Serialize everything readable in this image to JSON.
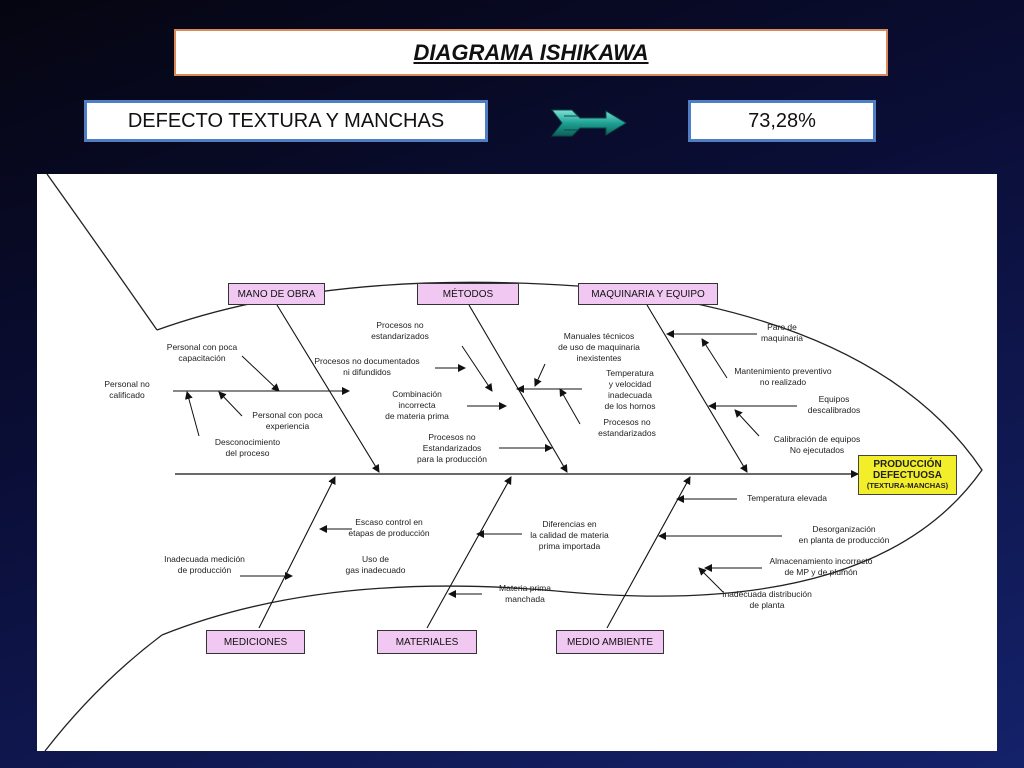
{
  "title": "DIAGRAMA ISHIKAWA",
  "defect_label": "DEFECTO TEXTURA Y MANCHAS",
  "percentage": "73,28%",
  "arrow_icon": "fletched-arrow-icon",
  "colors": {
    "category_fill": "#f1c8f2",
    "effect_fill": "#f3ee2a",
    "box_border": "#4f7ec4",
    "title_border": "#d9895a"
  },
  "effect": {
    "line1": "PRODUCCIÓN\nDEFECTUOSA",
    "line2": "(TEXTURA-MANCHAS)"
  },
  "categories": {
    "mano_de_obra": "MANO DE OBRA",
    "metodos": "MÉTODOS",
    "maquinaria": "MAQUINARIA Y EQUIPO",
    "mediciones": "MEDICIONES",
    "materiales": "MATERIALES",
    "medio_ambiente": "MEDIO AMBIENTE"
  },
  "causes": {
    "mano_de_obra": [
      "Personal con poca\ncapacitación",
      "Personal no\ncalificado",
      "Personal con poca\nexperiencia",
      "Desconocimiento\ndel proceso"
    ],
    "metodos": [
      "Procesos no\nestandarizados",
      "Procesos no documentados\nni difundidos",
      "Combinación\nincorrecta\nde materia prima",
      "Procesos no\nEstandarizados\npara la producción",
      "Manuales técnicos\nde uso de maquinaria\ninexistentes",
      "Temperatura\ny velocidad\ninadecuada\nde los hornos",
      "Procesos no\nestandarizados"
    ],
    "maquinaria": [
      "Paro de\nmaquinaria",
      "Mantenimiento preventivo\nno realizado",
      "Equipos\ndescalibrados",
      "Calibración de equipos\nNo ejecutados"
    ],
    "mediciones": [
      "Escaso control en\netapas de producción",
      "Inadecuada medición\nde producción",
      "Uso de\ngas inadecuado"
    ],
    "materiales": [
      "Diferencias en\nla calidad de materia\nprima importada",
      "Materia prima\nmanchada"
    ],
    "medio_ambiente": [
      "Temperatura elevada",
      "Desorganización\nen planta de producción",
      "Almacenamiento incorrecto\nde MP y de plumón",
      "Inadecuada distribución\nde planta"
    ]
  }
}
